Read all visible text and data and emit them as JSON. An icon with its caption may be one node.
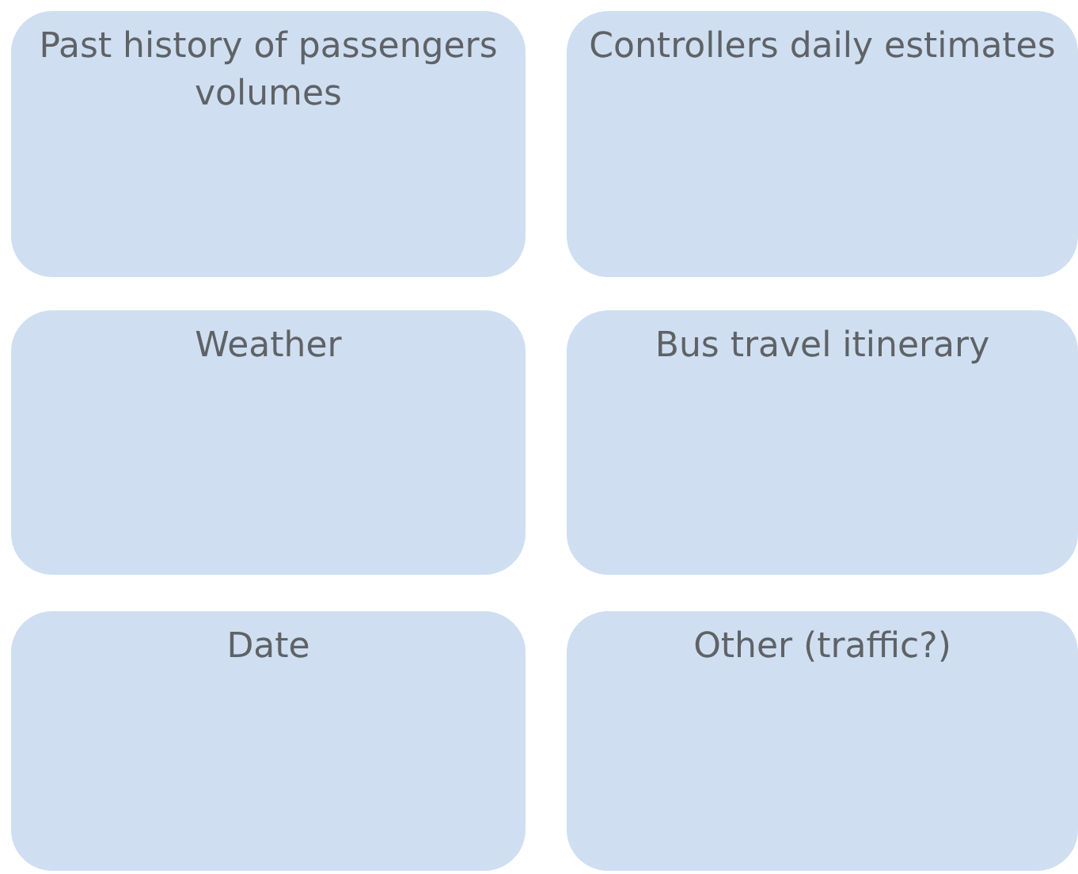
{
  "diagram": {
    "nodes": [
      {
        "text": [
          "Past history of passengers volumes"
        ]
      },
      {
        "text": [
          "Controllers daily estimates"
        ]
      },
      {
        "text": [
          "Weather"
        ]
      },
      {
        "text": [
          "Bus travel itinerary"
        ]
      },
      {
        "text": [
          "Date"
        ]
      },
      {
        "text": [
          "Other (traffic?)"
        ]
      }
    ]
  }
}
